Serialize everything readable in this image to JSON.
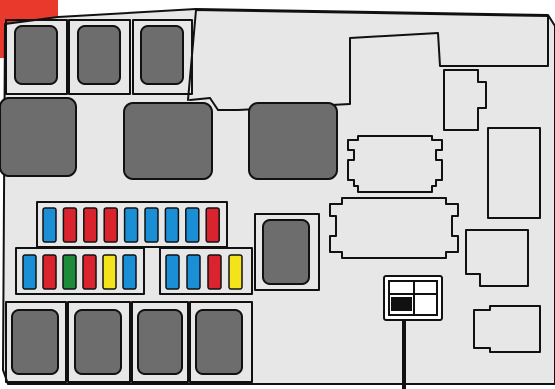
{
  "colors": {
    "background": "#ffffff",
    "panel": "#e7e7e7",
    "outline": "#111111",
    "relay": "#6d6d6d",
    "corner_accent": "#e8392c",
    "fuse_blue": "#1a8fd6",
    "fuse_red": "#d9232d",
    "fuse_green": "#1e8a3a",
    "fuse_yellow": "#f4e21a",
    "connector_fill": "#ffffff",
    "highlight_block": "#111111"
  },
  "fuse_rows": {
    "top": [
      "blue",
      "red",
      "red",
      "red",
      "blue",
      "blue",
      "blue",
      "blue",
      "red"
    ],
    "bottom_left": [
      "blue",
      "red",
      "green",
      "red",
      "yellow",
      "blue"
    ],
    "bottom_right": [
      "blue",
      "blue",
      "red",
      "yellow"
    ]
  },
  "relay_icon": "relay-block-icon",
  "fuse_icon": "blade-fuse-icon",
  "connector_icon": "connector-outline-icon"
}
